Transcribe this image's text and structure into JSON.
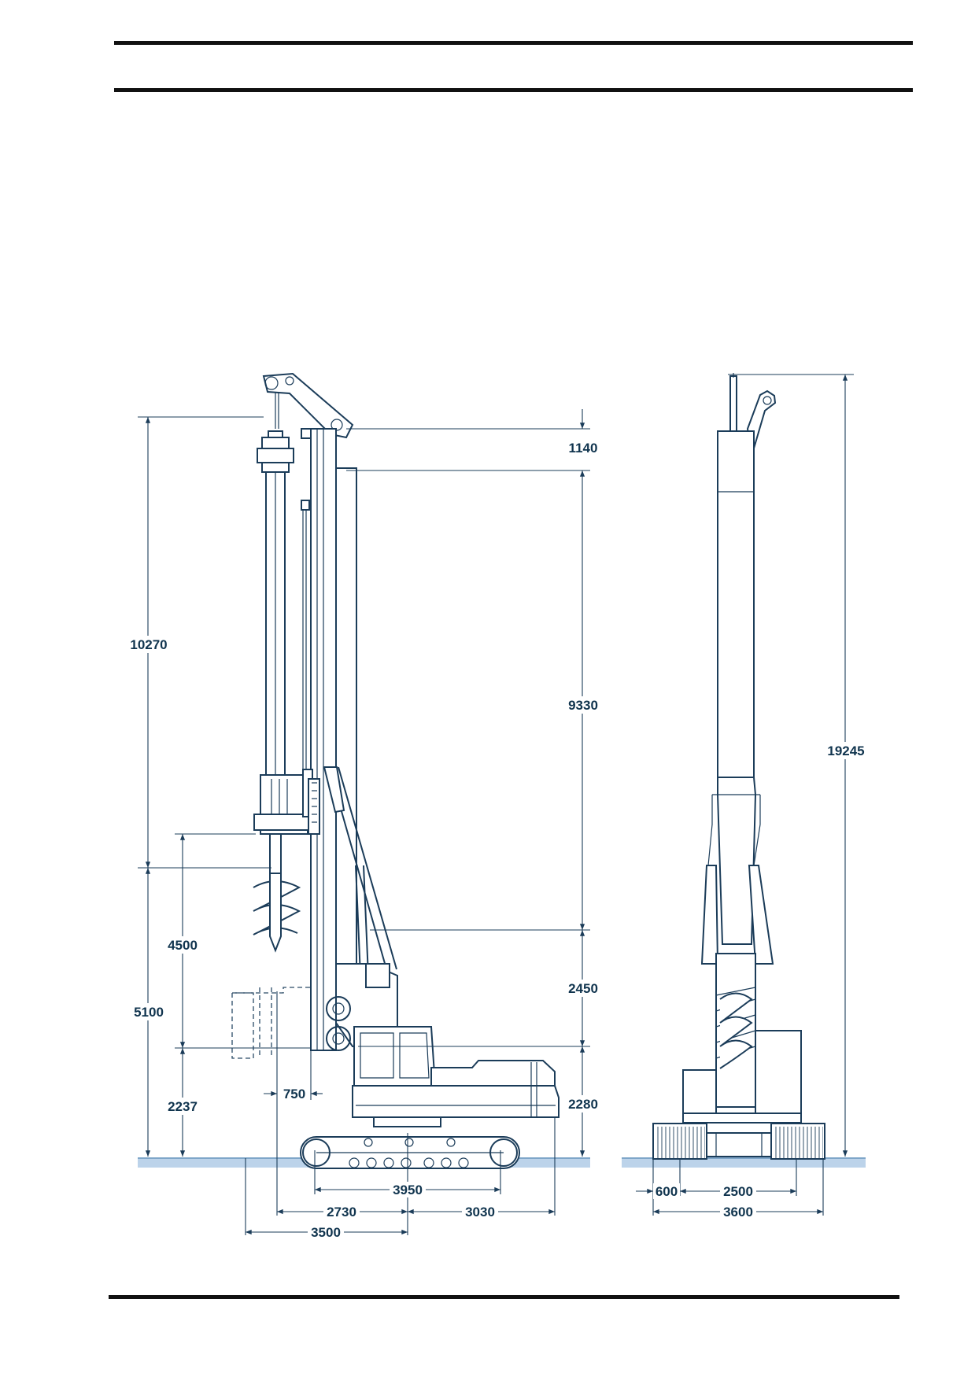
{
  "colors": {
    "line": "#1b3c59",
    "dimension_text": "#10344e",
    "ground": "#bcd3ea",
    "ground_edge": "#7fa6c9",
    "rule": "#111111"
  },
  "side_view": {
    "dimensions": {
      "mast_top_offset": "1140",
      "mast_stroke": "9330",
      "lower_mast": "2450",
      "deck_height": "2280",
      "overall_mast_height": "10270",
      "rotary_height": "5100",
      "auger_clearance": "4500",
      "boom_pivot_height": "2237",
      "mast_setback": "750",
      "track_length": "3950",
      "front_to_slew": "2730",
      "tail_radius": "3030",
      "max_reach": "3500"
    }
  },
  "front_view": {
    "dimensions": {
      "overall_height": "19245",
      "shoe_width": "600",
      "track_gauge": "2500",
      "overall_width": "3600"
    }
  }
}
